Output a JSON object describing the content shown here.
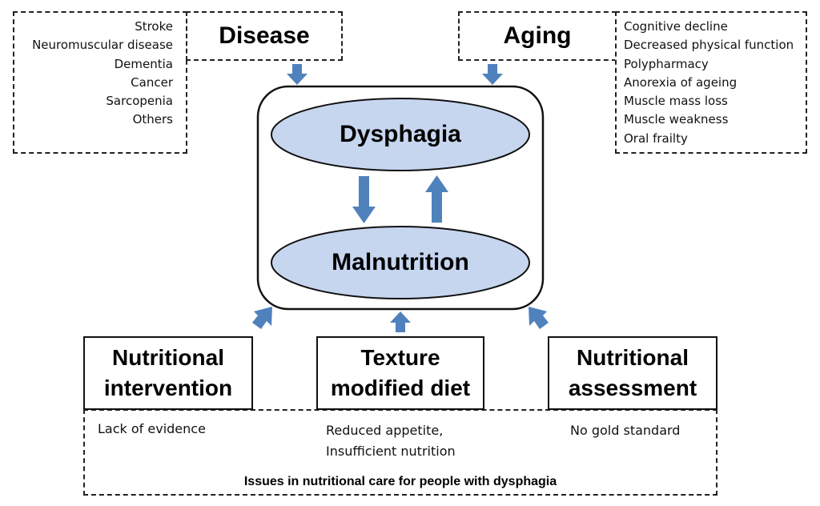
{
  "disease": {
    "title": "Disease",
    "items": [
      "Stroke",
      "Neuromuscular disease",
      "Dementia",
      "Cancer",
      "Sarcopenia",
      "Others"
    ]
  },
  "aging": {
    "title": "Aging",
    "items": [
      "Cognitive decline",
      "Decreased physical function",
      "Polypharmacy",
      "Anorexia of ageing",
      "Muscle mass loss",
      "Muscle weakness",
      "Oral frailty"
    ]
  },
  "center": {
    "top_label": "Dysphagia",
    "bottom_label": "Malnutrition"
  },
  "boxes": {
    "intervention": {
      "line1": "Nutritional",
      "line2": "intervention",
      "note": "Lack of evidence"
    },
    "texture": {
      "line1": "Texture",
      "line2": "modified diet",
      "note1": "Reduced appetite,",
      "note2": "Insufficient nutrition"
    },
    "assessment": {
      "line1": "Nutritional",
      "line2": "assessment",
      "note": "No gold standard"
    }
  },
  "issues_caption": "Issues in nutritional care for people with dysphagia",
  "colors": {
    "ellipse_fill": "#c7d6ef",
    "arrow": "#4f81bd",
    "border": "#111111"
  }
}
